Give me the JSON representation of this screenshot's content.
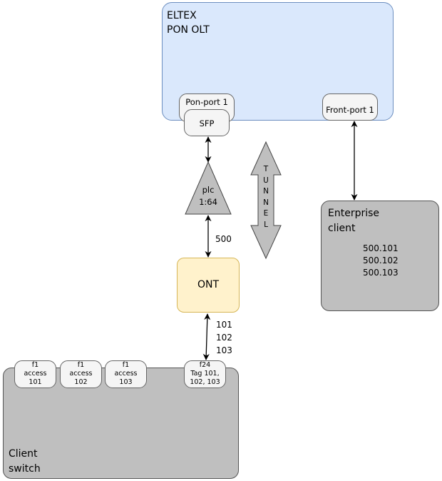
{
  "olt": {
    "title_line1": "ELTEX",
    "title_line2": "PON OLT",
    "pon_port": "Pon-port 1",
    "sfp": "SFP",
    "front_port": "Front-port 1"
  },
  "splitter": {
    "line1": "plc",
    "line2": "1:64"
  },
  "tunnel": {
    "letters": [
      "T",
      "U",
      "N",
      "N",
      "E",
      "L"
    ]
  },
  "links": {
    "splitter_ont_vlan": "500",
    "ont_switch_vlans": [
      "101",
      "102",
      "103"
    ]
  },
  "ont": {
    "label": "ONT"
  },
  "enterprise": {
    "title_line1": "Enterprise",
    "title_line2": "client",
    "vlans": [
      "500.101",
      "500.102",
      "500.103"
    ]
  },
  "client_switch": {
    "title_line1": "Client",
    "title_line2": "switch",
    "ports": [
      {
        "line1": "f1",
        "line2": "access",
        "line3": "101"
      },
      {
        "line1": "f1",
        "line2": "access",
        "line3": "102"
      },
      {
        "line1": "f1",
        "line2": "access",
        "line3": "103"
      },
      {
        "line1": "f24",
        "line2": "Tag 101,",
        "line3": "102, 103"
      }
    ]
  },
  "colors": {
    "olt_fill": "#dae8fc",
    "olt_stroke": "#6c8ebf",
    "ont_fill": "#fff2cc",
    "ont_stroke": "#d6b656",
    "device_fill": "#bfbfbf",
    "port_fill": "#f5f5f5"
  }
}
